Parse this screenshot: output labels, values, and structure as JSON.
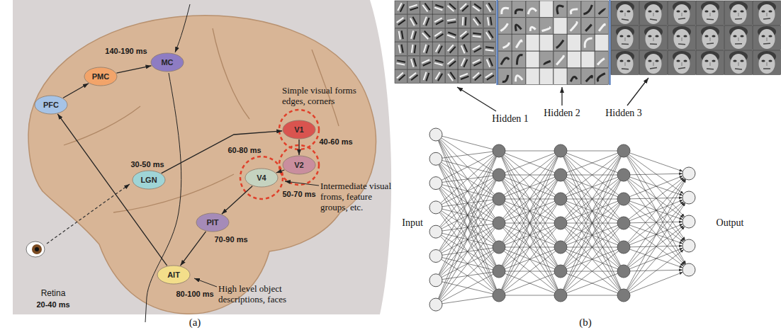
{
  "diagram": {
    "nodes": [
      {
        "text": [
          "PFC"
        ]
      },
      {
        "text": [
          "PMC"
        ]
      },
      {
        "text": [
          "MC"
        ]
      },
      {
        "text": [
          "LGN"
        ]
      },
      {
        "text": [
          "V1"
        ]
      },
      {
        "text": [
          "V2"
        ]
      },
      {
        "text": [
          "V4"
        ]
      },
      {
        "text": [
          "PIT"
        ]
      },
      {
        "text": [
          "AIT"
        ]
      }
    ],
    "edges": [
      {
        "from": 3,
        "to": 4,
        "arrow": "to"
      },
      {
        "from": 4,
        "to": 5,
        "arrow": "to"
      },
      {
        "from": 5,
        "to": 6,
        "arrow": "to"
      },
      {
        "from": 6,
        "to": 7,
        "arrow": "to"
      },
      {
        "from": 7,
        "to": 8,
        "arrow": "to"
      },
      {
        "from": 8,
        "to": 0,
        "arrow": "to"
      },
      {
        "from": 0,
        "to": 1,
        "arrow": "to"
      },
      {
        "from": 1,
        "to": 2,
        "arrow": "to"
      }
    ],
    "labels": [
      "140-190 ms",
      "30-50 ms",
      "40-60 ms",
      "60-80 ms",
      "50-70 ms",
      "70-90 ms",
      "80-100 ms",
      "Retina",
      "20-40 ms",
      "Simple visual forms edges, corners",
      "Intermediate visual froms, feature groups, etc.",
      "High level object descriptions, faces",
      "(a)",
      "Hidden 1",
      "Hidden 2",
      "Hidden 3",
      "Input",
      "Output",
      "(b)"
    ]
  }
}
